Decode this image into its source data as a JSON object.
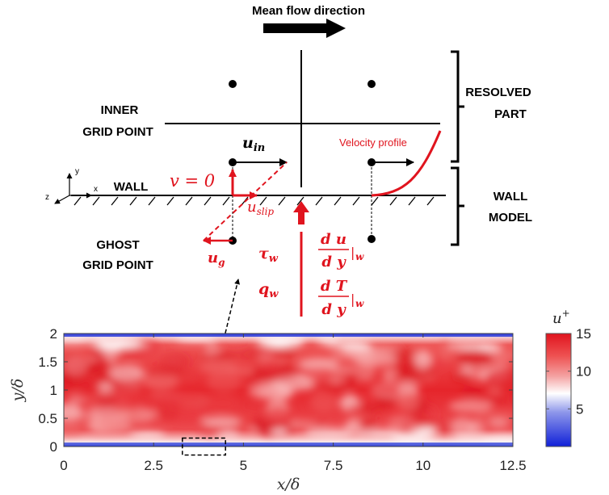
{
  "top": {
    "flow_direction": "Mean flow direction",
    "resolved_part": [
      "RESOLVED",
      "PART"
    ],
    "wall_model": [
      "WALL",
      "MODEL"
    ],
    "inner_grid_point": [
      "INNER",
      "GRID POINT"
    ],
    "ghost_grid_point": [
      "GHOST",
      "GRID POINT"
    ],
    "wall_label": "WALL",
    "velocity_profile": "Velocity profile",
    "axis_y": "y",
    "axis_x": "x",
    "axis_z": "z",
    "u_in": "u",
    "u_in_sub": "in",
    "v_zero": "v = 0",
    "u_slip": "u",
    "u_slip_sub": "slip",
    "u_g": "u",
    "u_g_sub": "g",
    "tau_w": "τ",
    "tau_w_sub": "w",
    "q_w": "q",
    "q_w_sub": "w",
    "du_num": "d u",
    "du_den": "d y",
    "dT_num": "d T",
    "dT_den": "d y",
    "eval_sub": "|",
    "eval_w": "w"
  },
  "colors": {
    "accent": "#e0141e",
    "cmap_low": "#1a2bd6",
    "cmap_mid": "#ffffff",
    "cmap_high": "#e0141e"
  },
  "chart_data": {
    "type": "heatmap",
    "field": "u+ contour",
    "xlabel": "x/δ",
    "ylabel": "y/δ",
    "xlim": [
      0,
      12.5
    ],
    "ylim": [
      0,
      2
    ],
    "x_ticks": [
      "0",
      "2.5",
      "5",
      "7.5",
      "10",
      "12.5"
    ],
    "y_ticks": [
      "0",
      "0.5",
      "1",
      "1.5",
      "2"
    ],
    "colorbar": {
      "label": "u",
      "label_sup": "+",
      "range": [
        0,
        15
      ],
      "ticks": [
        "5",
        "10",
        "15"
      ]
    },
    "highlight_box_x": [
      3.3,
      4.5
    ],
    "highlight_box_y": [
      -0.15,
      0.15
    ]
  }
}
